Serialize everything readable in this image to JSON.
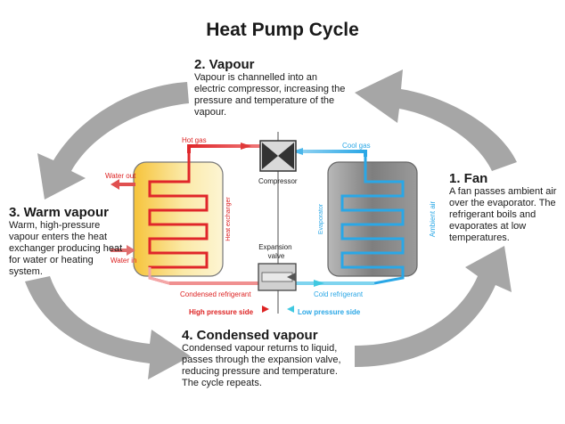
{
  "title": "Heat Pump Cycle",
  "steps": [
    {
      "heading": "2. Vapour",
      "body": "Vapour is channelled into an electric compressor, increasing the pressure and temperature of the vapour."
    },
    {
      "heading": "1. Fan",
      "body": "A fan passes ambient air over the evaporator. The refrigerant boils and evaporates at low temperatures."
    },
    {
      "heading": "3. Warm vapour",
      "body": "Warm, high-pressure vapour enters the heat exchanger producing heat for water or heating system."
    },
    {
      "heading": "4. Condensed vapour",
      "body": "Condensed vapour returns to liquid, passes through the expansion valve, reducing pressure and temperature. The cycle repeats."
    }
  ],
  "labels": {
    "hot_gas": "Hot gas",
    "cool_gas": "Cool gas",
    "compressor": "Compressor",
    "expansion_valve": "Expansion valve",
    "water_out": "Water out",
    "water_in": "Water in",
    "heat_exchanger": "Heat exchanger",
    "evaporator": "Evaporator",
    "ambient_air": "Ambient air",
    "condensed_refrigerant": "Condensed refrigerant",
    "cold_refrigerant": "Cold refrigerant",
    "high_pressure_side": "High pressure side",
    "low_pressure_side": "Low pressure side"
  },
  "colors": {
    "hot": "#e0262a",
    "hot_light": "#f2a0a0",
    "cold": "#2aa7e6",
    "cold_light": "#a8dcf4",
    "arrow_grey": "#a6a6a6",
    "exchanger_fill": "#f8d75a",
    "evaporator_fill": "#8c8c8c"
  }
}
